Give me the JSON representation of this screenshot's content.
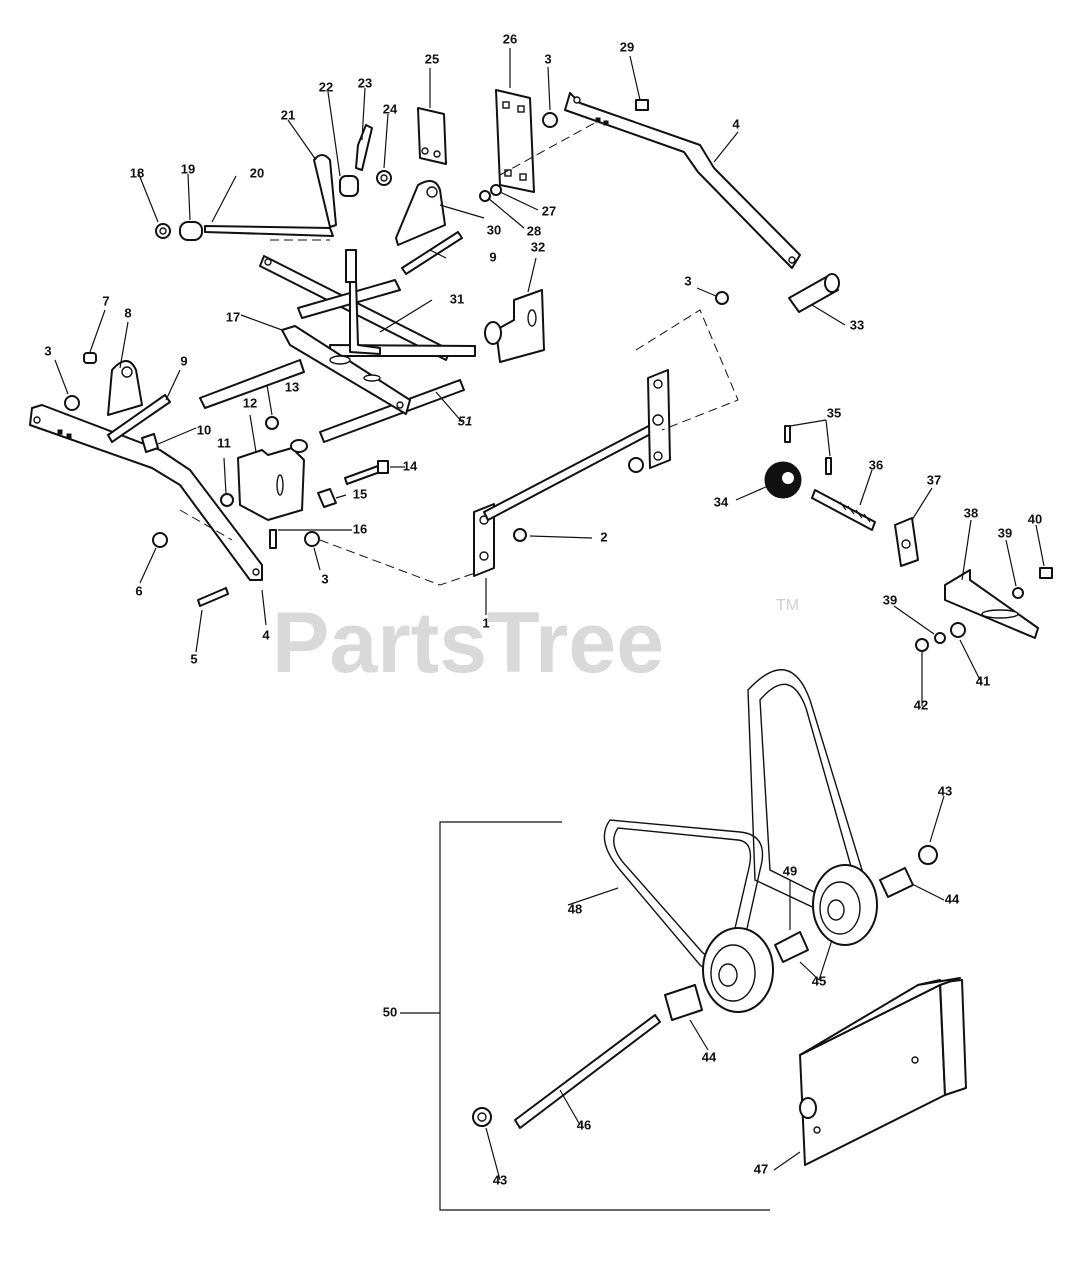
{
  "watermark": {
    "text": "PartsTree",
    "trademark": "TM",
    "color": "#d9d9d9"
  },
  "callouts": [
    "1",
    "2",
    "3",
    "4",
    "5",
    "6",
    "7",
    "8",
    "9",
    "10",
    "11",
    "12",
    "13",
    "14",
    "15",
    "16",
    "17",
    "18",
    "19",
    "20",
    "21",
    "22",
    "23",
    "24",
    "25",
    "26",
    "27",
    "28",
    "29",
    "30",
    "31",
    "32",
    "33",
    "34",
    "35",
    "36",
    "37",
    "38",
    "39",
    "40",
    "41",
    "42",
    "43",
    "44",
    "45",
    "46",
    "47",
    "48",
    "49",
    "50",
    "51"
  ],
  "ink_color": "#111111"
}
